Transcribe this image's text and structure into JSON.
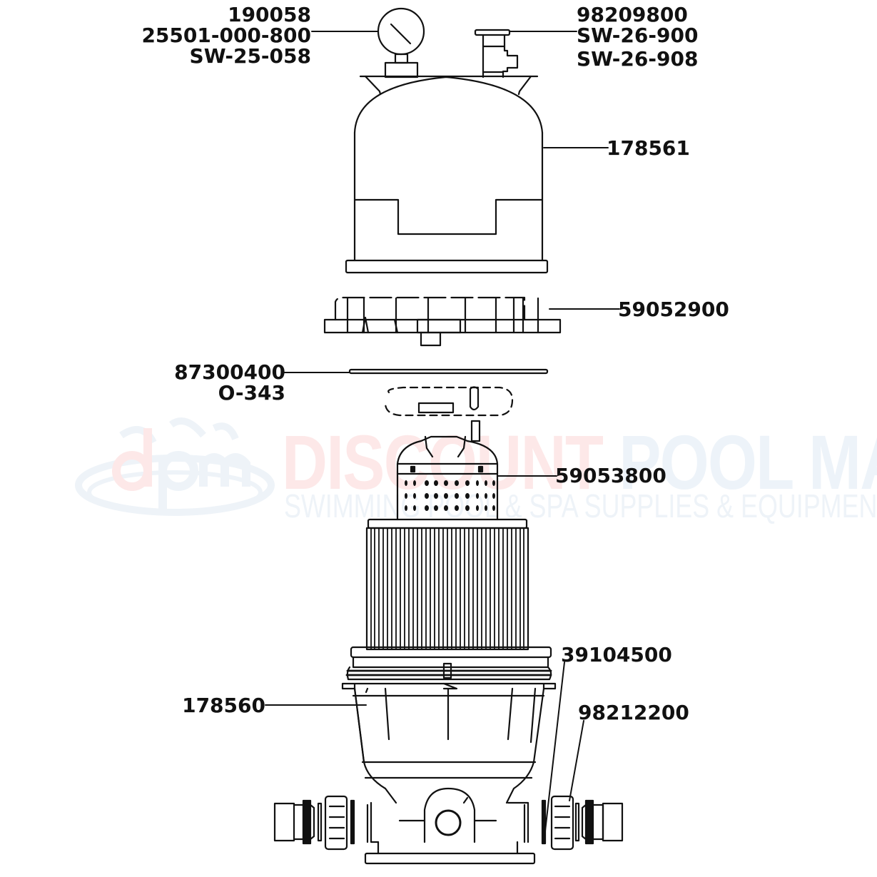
{
  "watermark": {
    "logo_text": "dpm",
    "title_part1": "DISCOUNT",
    "title_part2": "POOL MART",
    "subtitle": "SWIMMING POOL & SPA SUPPLIES & EQUIPMENT",
    "colors": {
      "red": "#fde8e8",
      "blue": "#edf3f9"
    }
  },
  "diagram": {
    "line_color": "#111111",
    "background": "#ffffff"
  },
  "callouts": [
    {
      "id": "pressure-gauge",
      "part": "Pressure gauge",
      "lines": [
        "190058",
        "25501-000-800",
        "SW-25-058"
      ]
    },
    {
      "id": "air-relief-valve",
      "part": "Air relief valve",
      "lines": [
        "98209800",
        "SW-26-900",
        "SW-26-908"
      ]
    },
    {
      "id": "tank-lid",
      "part": "Tank lid",
      "lines": [
        "178561"
      ]
    },
    {
      "id": "locking-ring",
      "part": "Locking ring",
      "lines": [
        "59052900"
      ]
    },
    {
      "id": "tank-o-ring",
      "part": "Tank O-ring",
      "lines": [
        "87300400",
        "O-343"
      ]
    },
    {
      "id": "air-bleed-assembly",
      "part": "Air bleed / element core",
      "lines": [
        "59053800"
      ]
    },
    {
      "id": "union-o-ring",
      "part": "Union O-ring",
      "lines": [
        "39104500"
      ]
    },
    {
      "id": "tank-body",
      "part": "Tank body",
      "lines": [
        "178560"
      ]
    },
    {
      "id": "union-nut",
      "part": "Union nut",
      "lines": [
        "98212200"
      ]
    }
  ]
}
